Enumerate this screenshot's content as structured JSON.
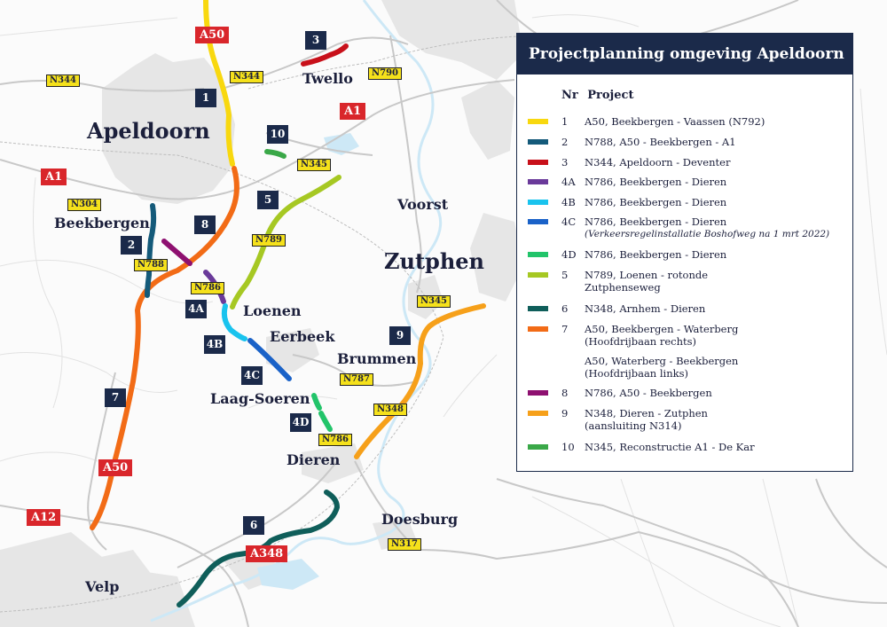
{
  "legend": {
    "title": "Projectplanning omgeving Apeldoorn",
    "col_nr": "Nr",
    "col_project": "Project",
    "items": [
      {
        "nr": "1",
        "color": "#f8d80f",
        "label": "A50, Beekbergen - Vaassen (N792)",
        "note": ""
      },
      {
        "nr": "2",
        "color": "#145a7a",
        "label": "N788, A50 - Beekbergen - A1",
        "note": ""
      },
      {
        "nr": "3",
        "color": "#c8101a",
        "label": "N344, Apeldoorn - Deventer",
        "note": ""
      },
      {
        "nr": "4A",
        "color": "#6a3a9a",
        "label": "N786, Beekbergen - Dieren",
        "note": ""
      },
      {
        "nr": "4B",
        "color": "#19c3ee",
        "label": "N786, Beekbergen - Dieren",
        "note": ""
      },
      {
        "nr": "4C",
        "color": "#1a62c8",
        "label": "N786, Beekbergen - Dieren",
        "note": "(Verkeersregelinstallatie Boshofweg na 1 mrt 2022)"
      },
      {
        "nr": "4D",
        "color": "#22c46a",
        "label": "N786, Beekbergen - Dieren",
        "note": ""
      },
      {
        "nr": "5",
        "color": "#a6c823",
        "label": "N789, Loenen - rotonde Zutphenseweg",
        "note": ""
      },
      {
        "nr": "6",
        "color": "#0f5e5a",
        "label": "N348, Arnhem - Dieren",
        "note": ""
      },
      {
        "nr": "7",
        "color": "#f26b16",
        "label": "A50, Beekbergen - Waterberg (Hoofdrijbaan rechts)",
        "note": ""
      },
      {
        "nr": "",
        "color": "",
        "label": "A50, Waterberg - Beekbergen (Hoofdrijbaan links)",
        "note": ""
      },
      {
        "nr": "8",
        "color": "#8e1070",
        "label": "N786, A50 - Beekbergen",
        "note": ""
      },
      {
        "nr": "9",
        "color": "#f6a01a",
        "label": "N348, Dieren - Zutphen (aansluiting N314)",
        "note": ""
      },
      {
        "nr": "10",
        "color": "#3aa848",
        "label": "N345, Reconstructie A1 - De Kar",
        "note": ""
      }
    ]
  },
  "places": {
    "apeldoorn": "Apeldoorn",
    "zutphen": "Zutphen",
    "twello": "Twello",
    "voorst": "Voorst",
    "beekbergen": "Beekbergen",
    "loenen": "Loenen",
    "eerbeek": "Eerbeek",
    "brummen": "Brummen",
    "laag_soeren": "Laag-Soeren",
    "dieren": "Dieren",
    "doesburg": "Doesburg",
    "velp": "Velp"
  },
  "highway_badges": {
    "a50_top": "A50",
    "a1_east": "A1",
    "a1_west": "A1",
    "a50_south": "A50",
    "a12": "A12",
    "a348": "A348"
  },
  "road_badges": {
    "n344_west": "N344",
    "n344_east": "N344",
    "n790": "N790",
    "n345_north": "N345",
    "n304": "N304",
    "n789": "N789",
    "n788": "N788",
    "n786_north": "N786",
    "n345_south": "N345",
    "n787": "N787",
    "n348": "N348",
    "n786_south": "N786",
    "n317": "N317"
  },
  "project_markers": {
    "p1": "1",
    "p2": "2",
    "p3": "3",
    "p4a": "4A",
    "p4b": "4B",
    "p4c": "4C",
    "p4d": "4D",
    "p5": "5",
    "p6": "6",
    "p7": "7",
    "p8": "8",
    "p9": "9",
    "p10": "10"
  },
  "colors": {
    "navy": "#1b2a4a",
    "highway_red": "#d9262b",
    "road_yellow": "#f5e11b"
  }
}
